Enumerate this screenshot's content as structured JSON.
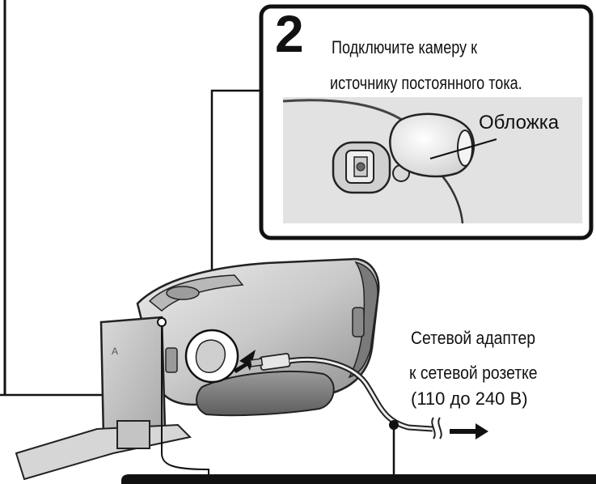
{
  "step": {
    "number": "2",
    "line1": "Подключите камеру к",
    "line2": "источнику постоянного тока."
  },
  "labels": {
    "cover": "Обложка",
    "adapter_line1": "Сетевой адаптер",
    "adapter_line2": "к сетевой розетке",
    "adapter_line3": "(110 до 240 В)"
  },
  "colors": {
    "callout_border": "#111111",
    "photo_bg": "#e2e2e2",
    "camera_body": "#d0d0d0"
  }
}
